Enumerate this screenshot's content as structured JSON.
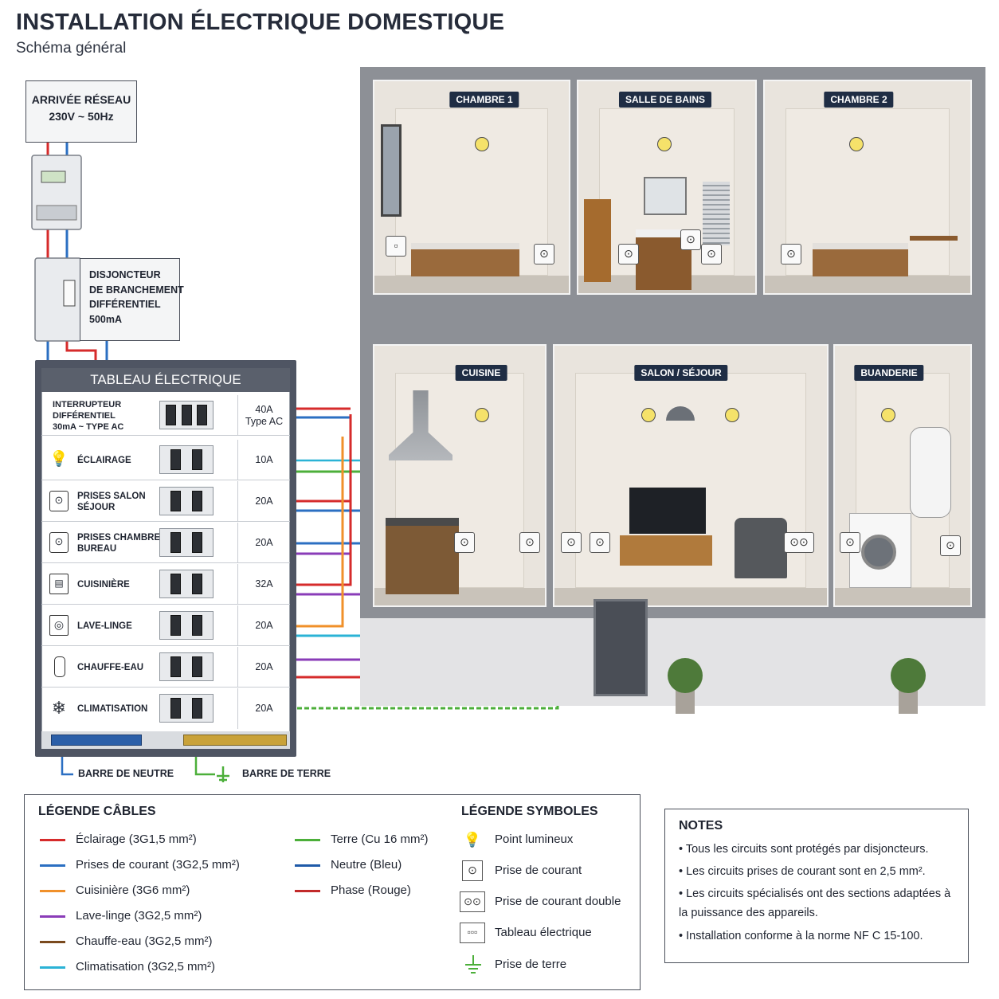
{
  "header": {
    "title": "INSTALLATION ÉLECTRIQUE DOMESTIQUE",
    "subtitle": "Schéma général"
  },
  "supply": {
    "line1": "ARRIVÉE RÉSEAU",
    "line2": "230V ~ 50Hz"
  },
  "main_breaker": {
    "lines": [
      "DISJONCTEUR",
      "DE BRANCHEMENT",
      "DIFFÉRENTIEL",
      "500mA"
    ]
  },
  "panel": {
    "title": "TABLEAU ÉLECTRIQUE",
    "rows": [
      {
        "label": [
          "INTERRUPTEUR",
          "DIFFÉRENTIEL",
          "30mA ~ TYPE AC"
        ],
        "rating": [
          "40A",
          "Type AC"
        ],
        "icon": "none"
      },
      {
        "label": [
          "ÉCLAIRAGE"
        ],
        "rating": [
          "10A"
        ],
        "icon": "bulb-icon"
      },
      {
        "label": [
          "PRISES SALON",
          "SÉJOUR"
        ],
        "rating": [
          "20A"
        ],
        "icon": "socket-icon"
      },
      {
        "label": [
          "PRISES CHAMBRES",
          "BUREAU"
        ],
        "rating": [
          "20A"
        ],
        "icon": "socket-icon"
      },
      {
        "label": [
          "CUISINIÈRE"
        ],
        "rating": [
          "32A"
        ],
        "icon": "stove-icon"
      },
      {
        "label": [
          "LAVE-LINGE"
        ],
        "rating": [
          "20A"
        ],
        "icon": "washing-machine-icon"
      },
      {
        "label": [
          "CHAUFFE-EAU"
        ],
        "rating": [
          "20A"
        ],
        "icon": "water-heater-icon"
      },
      {
        "label": [
          "CLIMATISATION"
        ],
        "rating": [
          "20A"
        ],
        "icon": "snowflake-icon"
      }
    ],
    "neutral_bar": "BARRE DE NEUTRE",
    "earth_bar": "BARRE DE TERRE"
  },
  "rooms": [
    {
      "name": "CHAMBRE 1"
    },
    {
      "name": "SALLE DE BAINS"
    },
    {
      "name": "CHAMBRE 2"
    },
    {
      "name": "CUISINE"
    },
    {
      "name": "SALON / SÉJOUR"
    },
    {
      "name": "BUANDERIE"
    }
  ],
  "legend_cables": {
    "title": "LÉGENDE CÂBLES",
    "items": [
      {
        "label": "Éclairage (3G1,5 mm²)",
        "color": "#d62b2b"
      },
      {
        "label": "Prises de courant (3G2,5 mm²)",
        "color": "#2b6fc2"
      },
      {
        "label": "Cuisinière (3G6 mm²)",
        "color": "#f0902a"
      },
      {
        "label": "Lave-linge (3G2,5 mm²)",
        "color": "#8a3cb8"
      },
      {
        "label": "Chauffe-eau (3G2,5 mm²)",
        "color": "#7a4a1e"
      },
      {
        "label": "Climatisation (3G2,5 mm²)",
        "color": "#2bb3d6"
      },
      {
        "label": "Terre (Cu 16 mm²)",
        "color": "#4caf3a"
      },
      {
        "label": "Neutre (Bleu)",
        "color": "#1f5aa8"
      },
      {
        "label": "Phase (Rouge)",
        "color": "#c22a2a"
      }
    ]
  },
  "legend_symbols": {
    "title": "LÉGENDE SYMBOLES",
    "items": [
      {
        "label": "Point lumineux",
        "icon": "bulb-icon"
      },
      {
        "label": "Prise de courant",
        "icon": "socket-icon"
      },
      {
        "label": "Prise de courant double",
        "icon": "double-socket-icon"
      },
      {
        "label": "Tableau électrique",
        "icon": "panel-icon"
      },
      {
        "label": "Prise de terre",
        "icon": "earth-icon"
      }
    ]
  },
  "notes": {
    "title": "NOTES",
    "items": [
      "• Tous les circuits sont protégés par disjoncteurs.",
      "• Les circuits prises de courant sont en 2,5 mm².",
      "• Les circuits spécialisés ont des sections adaptées à la puissance des appareils.",
      "• Installation conforme à la norme NF C 15-100."
    ]
  }
}
